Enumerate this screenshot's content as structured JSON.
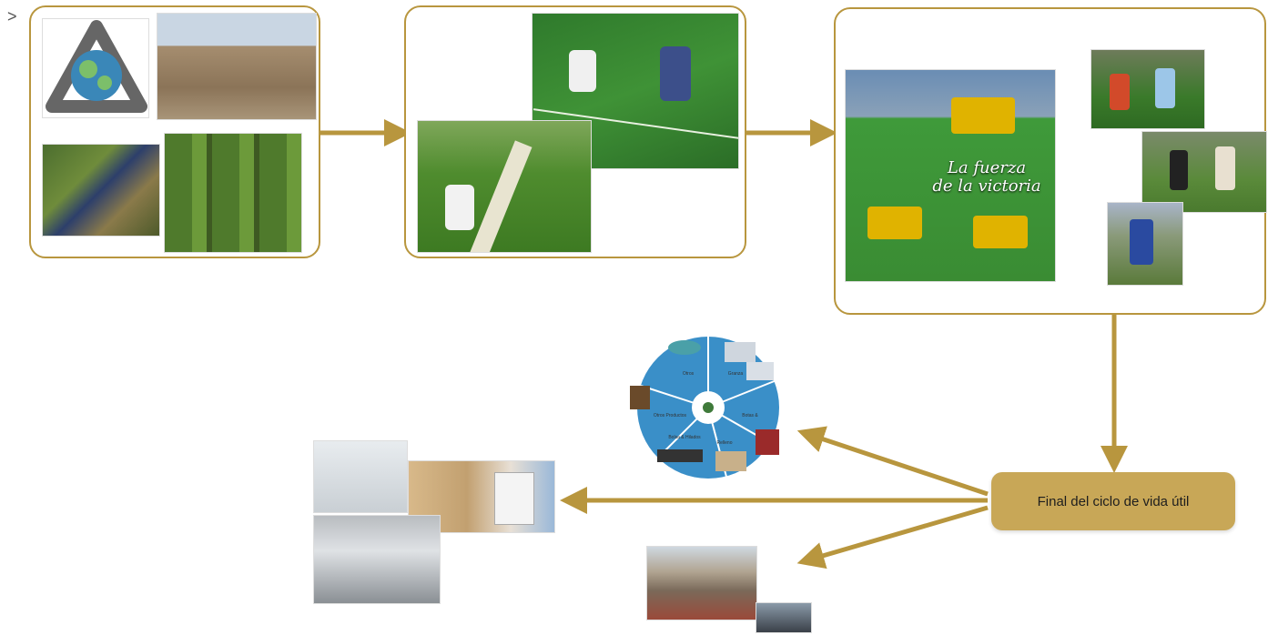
{
  "prefix_symbol": ">",
  "final_box": {
    "label": "Final del ciclo de vida útil"
  },
  "stadium_overlay": {
    "line1": "La fuerza",
    "line2": "de la victoria"
  },
  "wheel_labels": [
    "Otros Productos",
    "Botas &",
    "Bolsa & Hilados",
    "Relleno",
    "Granza",
    "Otros"
  ],
  "colors": {
    "accent": "#b8963e",
    "final_box_fill": "#c8a757"
  }
}
